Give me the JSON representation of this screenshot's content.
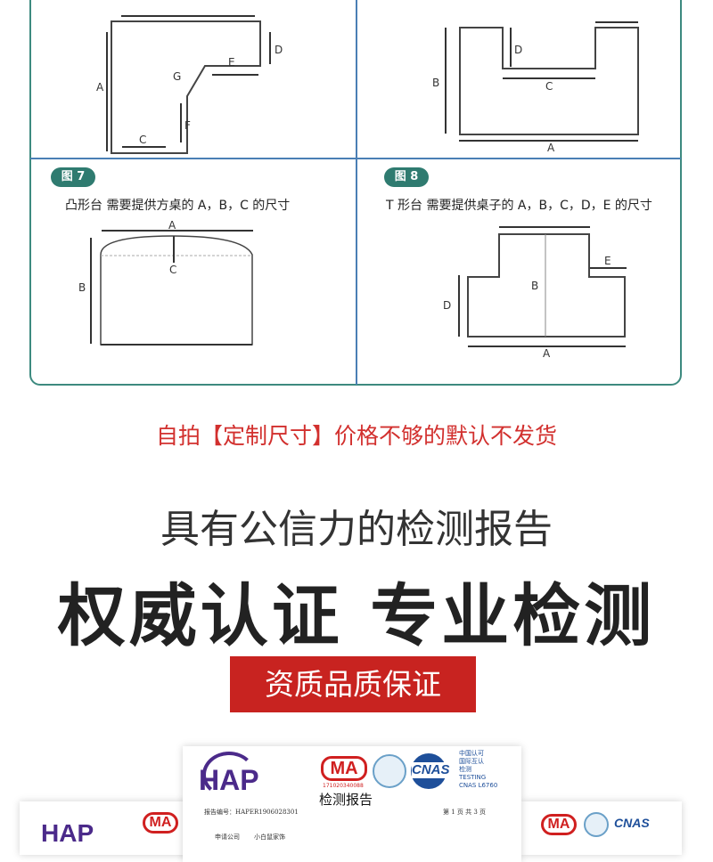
{
  "diagrams": {
    "fig5_labels": {
      "a": "A",
      "c": "C",
      "d": "D",
      "e": "E",
      "f": "F",
      "g": "G"
    },
    "fig6_labels": {
      "a": "A",
      "b": "B",
      "c": "C",
      "d": "D"
    },
    "fig7": {
      "badge": "图 7",
      "caption": "凸形台 需要提供方桌的 A，B，C 的尺寸",
      "labels": {
        "a": "A",
        "b": "B",
        "c": "C"
      }
    },
    "fig8": {
      "badge": "图 8",
      "caption": "T 形台 需要提供桌子的 A，B，C，D，E 的尺寸",
      "labels": {
        "a": "A",
        "b": "B",
        "d": "D",
        "e": "E"
      }
    }
  },
  "notice": "自拍【定制尺寸】价格不够的默认不发货",
  "subtitle": "具有公信力的检测报告",
  "headline": "权威认证  专业检测",
  "quality_button": "资质品质保证",
  "certificate": {
    "logo": "HAP",
    "ma": "MA",
    "ma_number": "171020340088",
    "cnas": "CNAS",
    "cnas_text": [
      "中国认可",
      "国际互认",
      "检测",
      "TESTING",
      "CNAS L6760"
    ],
    "title": "检测报告",
    "report_no": "报告编号：HAPER1906028301",
    "page": "第 1 页 共 3 页",
    "applicant_label": "申请公司",
    "applicant": "小白鼠家饰"
  },
  "colors": {
    "teal": "#2f7b70",
    "red": "#c82320",
    "divider": "#4a7fb5"
  }
}
